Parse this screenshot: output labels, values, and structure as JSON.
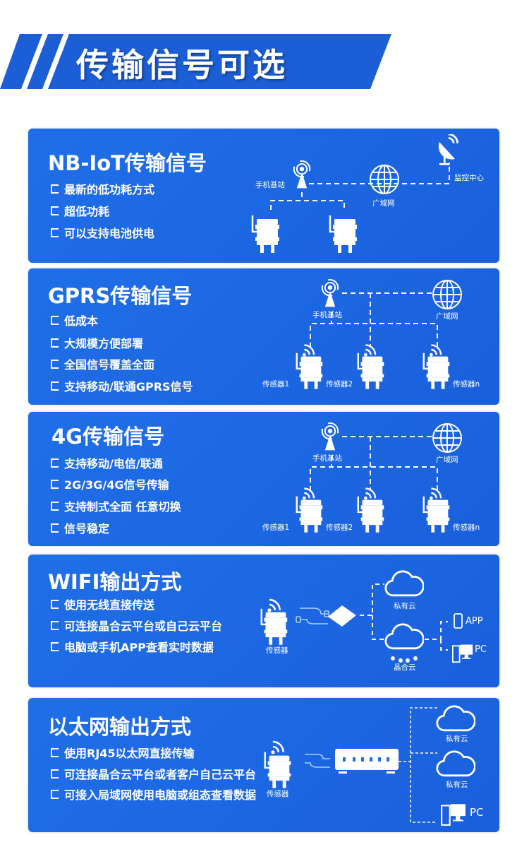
{
  "header": {
    "title": "传输信号可选"
  },
  "colors": {
    "card": "#1f6fe8",
    "banner": "#1b5ed6"
  },
  "cards": [
    {
      "title": "NB-IoT传输信号",
      "bullets": [
        "最新的低功耗方式",
        "超低功耗",
        "可以支持电池供电"
      ],
      "labels": {
        "tower": "手机基站",
        "globe": "广域网",
        "monitor": "监控中心"
      }
    },
    {
      "title": "GPRS传输信号",
      "bullets": [
        "低成本",
        "大规模方便部署",
        "全国信号覆盖全面",
        "支持移动/联通GPRS信号"
      ],
      "labels": {
        "tower": "手机基站",
        "globe": "广域网",
        "s1": "传感器1",
        "s2": "传感器2",
        "sn": "传感器n"
      }
    },
    {
      "title": "4G传输信号",
      "bullets": [
        "支持移动/电信/联通",
        "2G/3G/4G信号传输",
        "支持制式全面 任意切换",
        "信号稳定"
      ],
      "labels": {
        "tower": "手机基站",
        "globe": "广域网",
        "s1": "传感器1",
        "s2": "传感器2",
        "sn": "传感器n"
      }
    },
    {
      "title": "WIFI输出方式",
      "bullets": [
        "使用无线直接传送",
        "可连接晶合云平台或自己云平台",
        "电脑或手机APP查看实时数据"
      ],
      "labels": {
        "sensor": "传感器",
        "private": "私有云",
        "jinghe": "晶合云",
        "app": "APP",
        "pc": "PC"
      }
    },
    {
      "title": "以太网输出方式",
      "bullets": [
        "使用RJ45以太网直接传输",
        "可连接晶合云平台或者客户自己云平台",
        "可接入局域网使用电脑或组态查看数据"
      ],
      "labels": {
        "sensor": "传感器",
        "private1": "私有云",
        "private2": "私有云",
        "pc": "PC"
      }
    }
  ]
}
